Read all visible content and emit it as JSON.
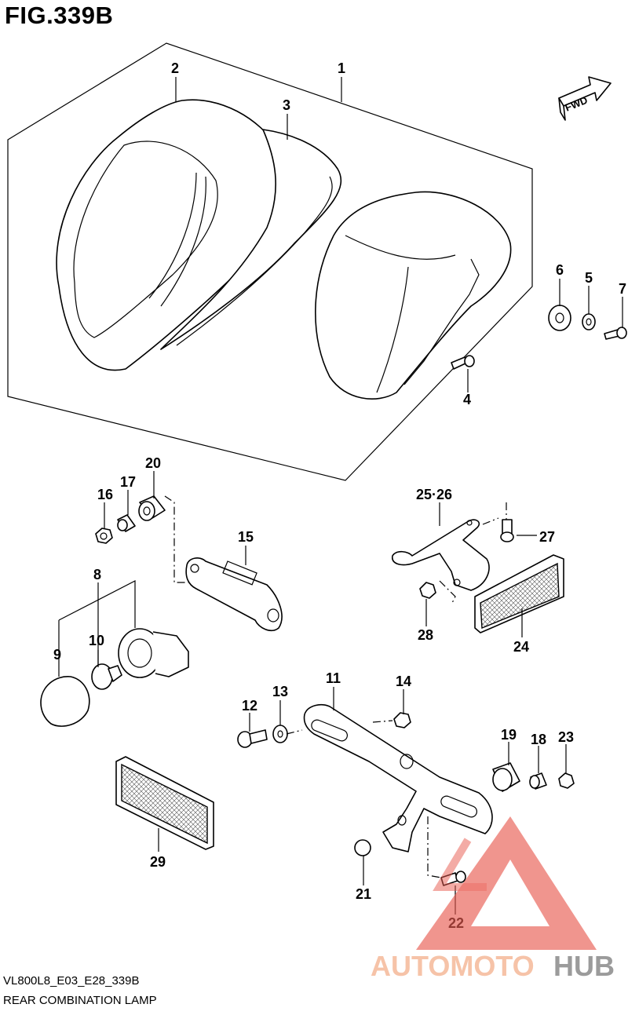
{
  "figure": {
    "title": "FIG.339B",
    "model_code": "VL800L8_E03_E28_339B",
    "name": "REAR COMBINATION LAMP",
    "fwd_label": "FWD"
  },
  "callouts": [
    "1",
    "2",
    "3",
    "4",
    "5",
    "6",
    "7",
    "8",
    "9",
    "10",
    "11",
    "12",
    "13",
    "14",
    "15",
    "16",
    "17",
    "18",
    "19",
    "20",
    "21",
    "22",
    "23",
    "24",
    "25·26",
    "27",
    "28",
    "29"
  ],
  "watermark": {
    "text_a": "AUTOMOTO",
    "text_b": "HUB",
    "color_a": "#f5b99a",
    "color_b": "#8a8a8a",
    "triangle_color": "#e85a4f"
  }
}
